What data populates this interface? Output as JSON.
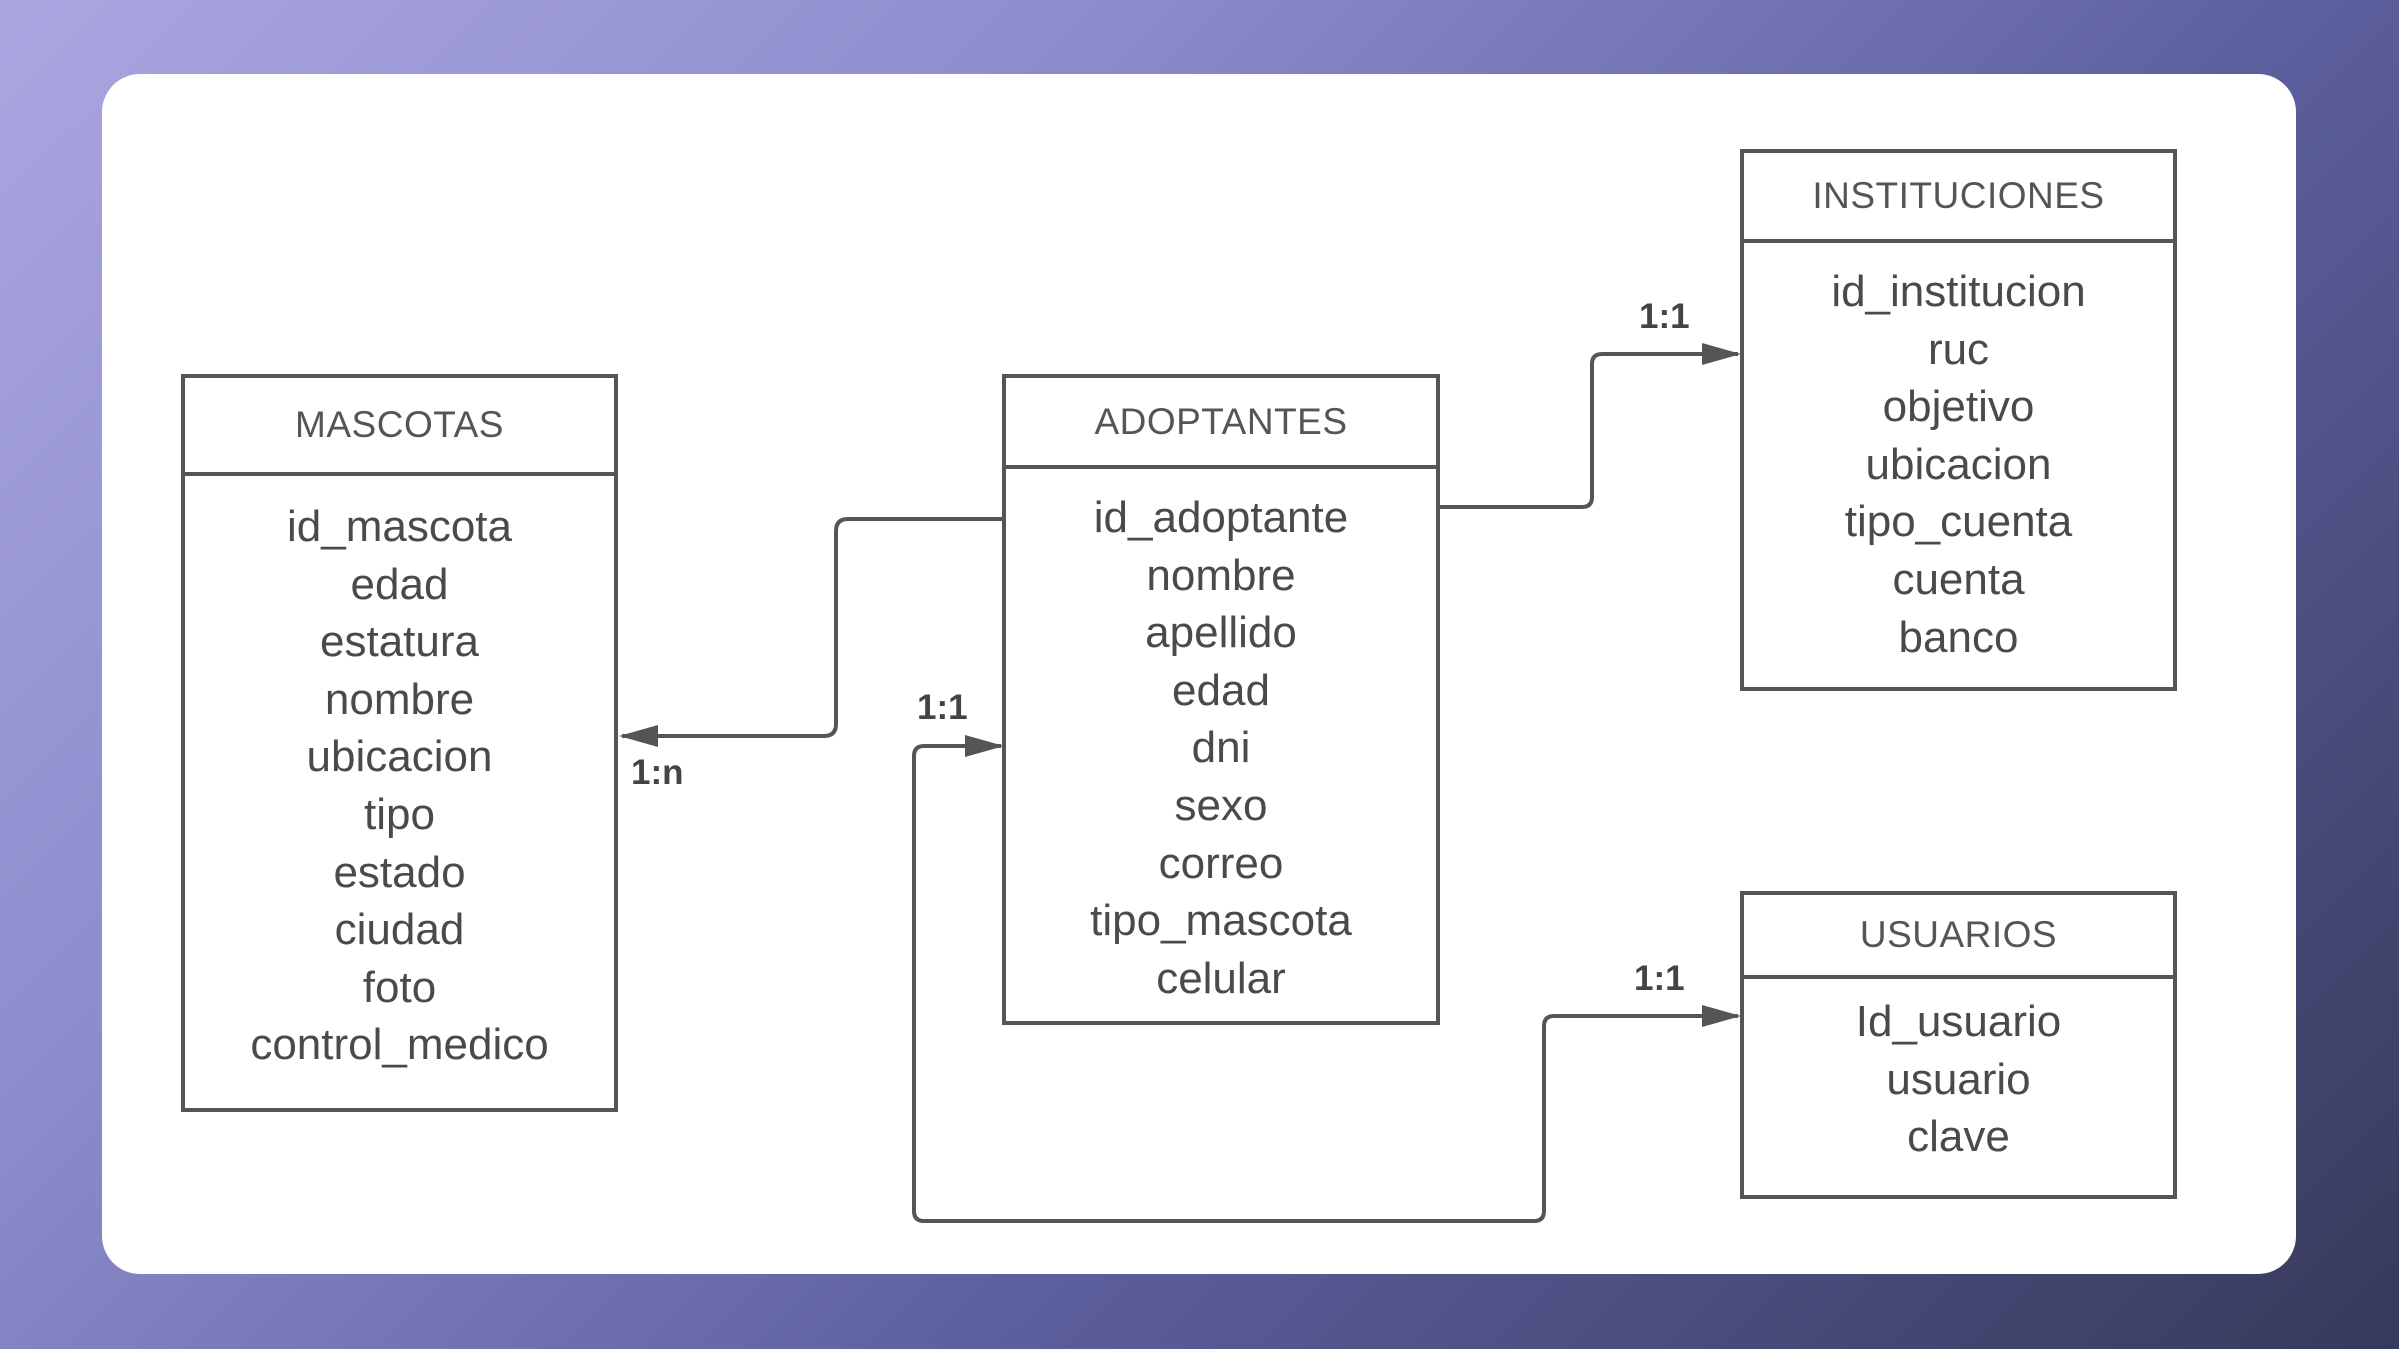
{
  "entities": [
    {
      "id": "mascotas",
      "title": "MASCOTAS",
      "fields": [
        "id_mascota",
        "edad",
        "estatura",
        "nombre",
        "ubicacion",
        "tipo",
        "estado",
        "ciudad",
        "foto",
        "control_medico"
      ]
    },
    {
      "id": "adoptantes",
      "title": "ADOPTANTES",
      "fields": [
        "id_adoptante",
        "nombre",
        "apellido",
        "edad",
        "dni",
        "sexo",
        "correo",
        "tipo_mascota",
        "celular"
      ]
    },
    {
      "id": "instituciones",
      "title": "INSTITUCIONES",
      "fields": [
        "id_institucion",
        "ruc",
        "objetivo",
        "ubicacion",
        "tipo_cuenta",
        "cuenta",
        "banco"
      ]
    },
    {
      "id": "usuarios",
      "title": "USUARIOS",
      "fields": [
        "Id_usuario",
        "usuario",
        "clave"
      ]
    }
  ],
  "relationships": [
    {
      "from": "adoptantes",
      "to": "mascotas",
      "cardinality": "1:n"
    },
    {
      "from": "adoptantes",
      "to": "instituciones",
      "cardinality": "1:1"
    },
    {
      "from": "usuarios",
      "to": "adoptantes",
      "cardinality": "1:1"
    },
    {
      "from": "adoptantes",
      "to": "usuarios",
      "cardinality": "1:1"
    }
  ],
  "colors": {
    "line": "#555555",
    "text": "#4a4a4a",
    "card": "#ffffff"
  }
}
